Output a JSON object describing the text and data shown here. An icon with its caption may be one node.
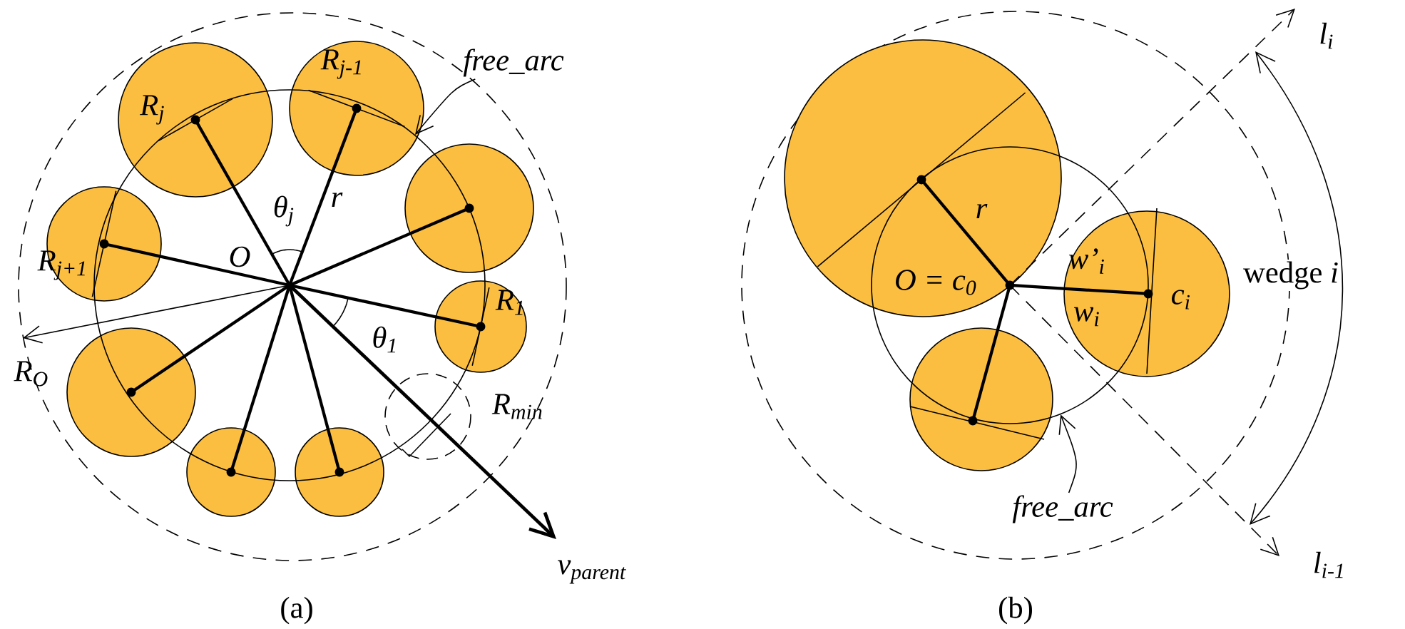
{
  "diagram": {
    "nodes": [
      {
        "text": [
          "free_arc"
        ]
      },
      {
        "text": [
          "free_arc"
        ]
      },
      {
        "text": [],
        "shape": "circle"
      },
      {
        "text": [],
        "shape": "circle"
      }
    ],
    "edges": [
      {
        "from": 0,
        "to": 2,
        "arrow": "to"
      },
      {
        "from": 1,
        "to": 3,
        "arrow": "to"
      }
    ],
    "labels": [
      "R$_{j}$",
      "R$_{j-1}$",
      "θ$_{j}$",
      "r",
      "O",
      "R$_{j+1}$",
      "R$_{1}$",
      "θ$_{1}$",
      "R$_{O}$",
      "R$_{min}$",
      "v$_{parent}$",
      "(a)",
      "l$_{i}$",
      "r",
      "O = c$_{0}$",
      "w’$_{i}$",
      "c$_{i}$",
      "wedge *i*",
      "w$_{i}$",
      "l$_{i-1}$",
      "(b)"
    ]
  }
}
